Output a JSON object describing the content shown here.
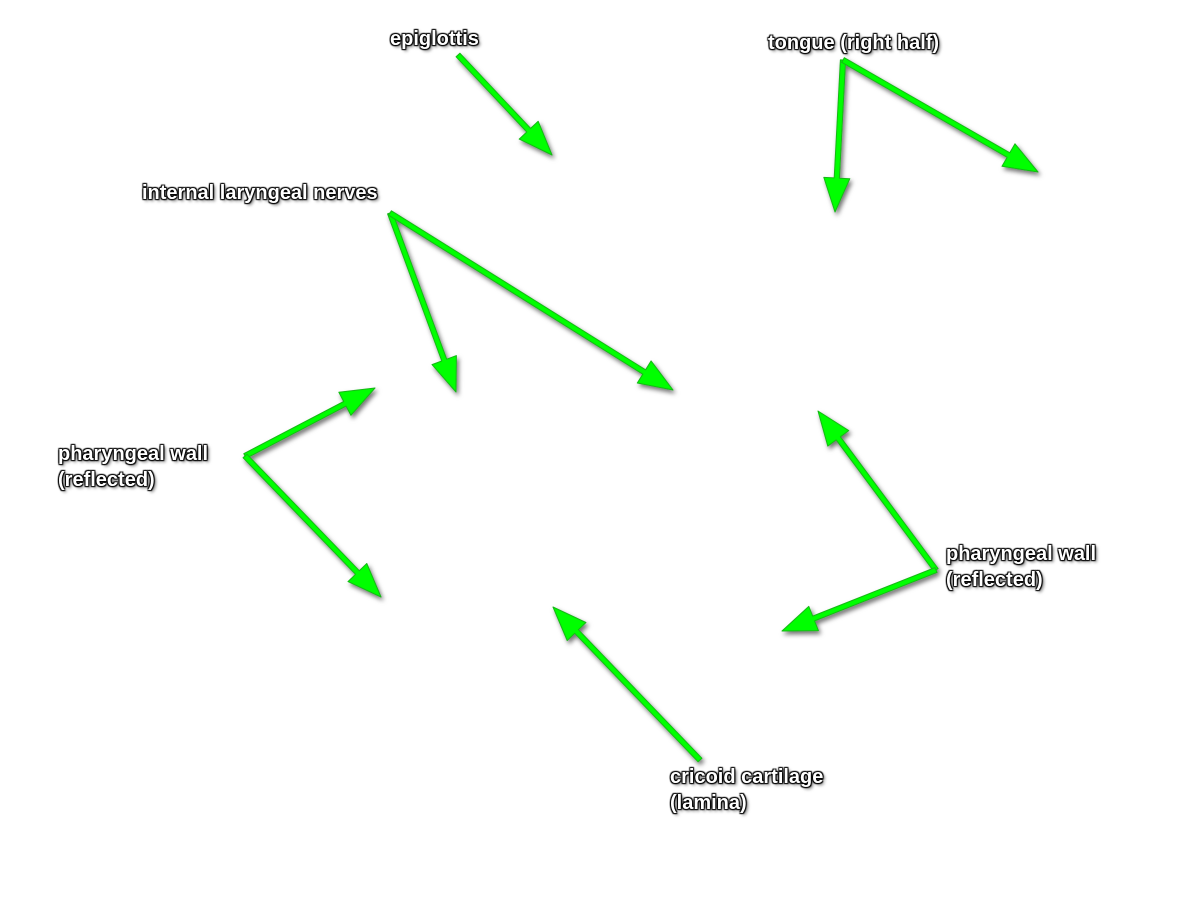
{
  "colors": {
    "arrow": "#00ff00",
    "arrow_stroke": "#14b814",
    "label_text": "#ffffff",
    "label_outline": "#000000",
    "background": "#ffffff"
  },
  "labels": {
    "epiglottis": "epiglottis",
    "tongue": "tongue (right half)",
    "internal_nerves": "internal laryngeal nerves",
    "pharyngeal_left_line1": "pharyngeal wall",
    "pharyngeal_left_line2": "(reflected)",
    "pharyngeal_right_line1": "pharyngeal wall",
    "pharyngeal_right_line2": "(reflected)",
    "cricoid_line1": "cricoid cartilage",
    "cricoid_line2": "(lamina)"
  }
}
